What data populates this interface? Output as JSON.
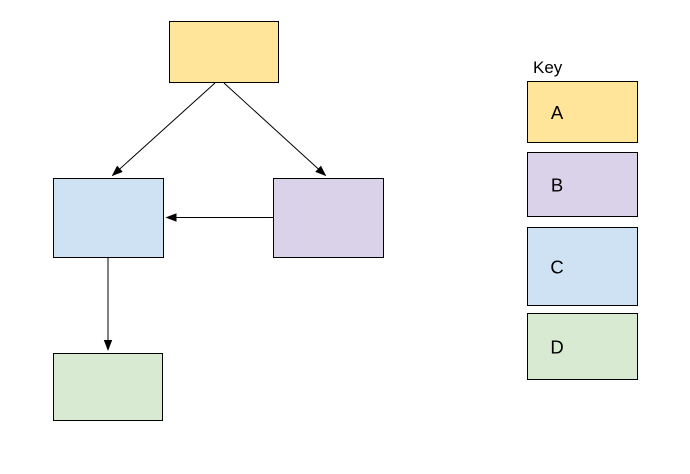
{
  "colors": {
    "A": "#ffe599",
    "B": "#d9d2e9",
    "C": "#cfe2f3",
    "D": "#d9ead3"
  },
  "line_color": "#000000",
  "diagram": {
    "nodes": [
      {
        "id": "A",
        "color": "#ffe599",
        "position": "top"
      },
      {
        "id": "B",
        "color": "#d9d2e9",
        "position": "middle-right"
      },
      {
        "id": "C",
        "color": "#cfe2f3",
        "position": "middle-left"
      },
      {
        "id": "D",
        "color": "#d9ead3",
        "position": "bottom-left"
      }
    ],
    "edges": [
      {
        "from": "A",
        "to": "C"
      },
      {
        "from": "A",
        "to": "B"
      },
      {
        "from": "B",
        "to": "C"
      },
      {
        "from": "C",
        "to": "D"
      }
    ]
  },
  "key": {
    "title": "Key",
    "items": [
      {
        "label": "A"
      },
      {
        "label": "B"
      },
      {
        "label": "C"
      },
      {
        "label": "D"
      }
    ]
  }
}
